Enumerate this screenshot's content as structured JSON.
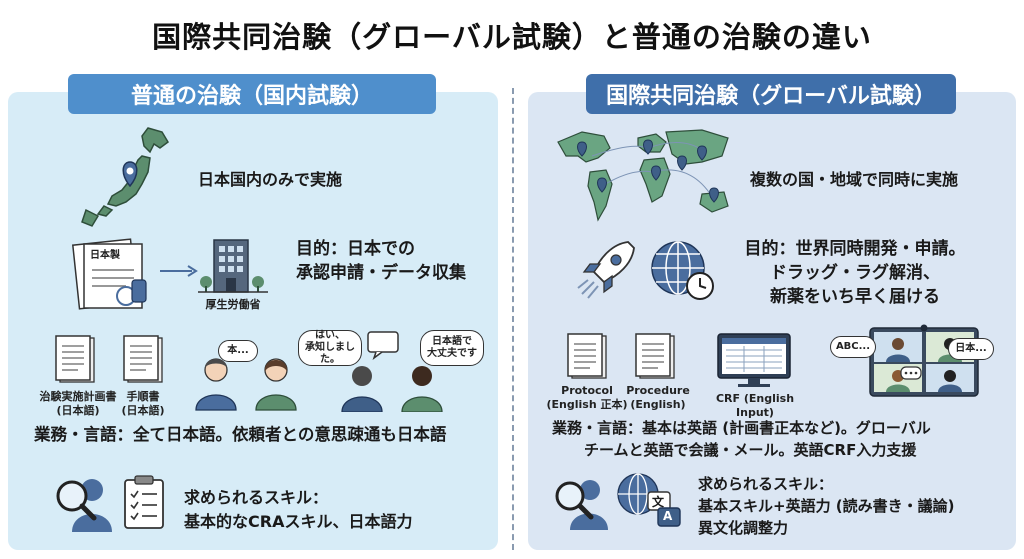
{
  "title": "国際共同治験（グローバル試験）と普通の治験の違い",
  "left": {
    "header": "普通の治験（国内試験）",
    "location": "日本国内のみで実施",
    "doc_label": "日本製",
    "ministry": "厚生労働省",
    "purpose_line1": "目的：日本での",
    "purpose_line2": "承認申請・データ収集",
    "doc1_line1": "治験実施計画書",
    "doc1_line2": "(日本語)",
    "doc2_line1": "手順書",
    "doc2_line2": "(日本語)",
    "bubble1": "本...",
    "bubble2_line1": "はい、",
    "bubble2_line2": "承知しました。",
    "bubble3_line1": "日本語で",
    "bubble3_line2": "大丈夫です",
    "language": "業務・言語：全て日本語。依頼者との意思疎通も日本語",
    "skills_line1": "求められるスキル：",
    "skills_line2": "基本的なCRAスキル、日本語力"
  },
  "right": {
    "header": "国際共同治験（グローバル試験）",
    "location": "複数の国・地域で同時に実施",
    "purpose_line1": "目的：世界同時開発・申請。",
    "purpose_line2": "ドラッグ・ラグ解消、",
    "purpose_line3": "新薬をいち早く届ける",
    "doc1_line1": "Protocol",
    "doc1_line2": "(English 正本)",
    "doc2_line1": "Procedure",
    "doc2_line2": "(English)",
    "doc3": "CRF (English Input)",
    "bubble1": "ABC...",
    "bubble2": "日本...",
    "language_line1": "業務・言語：基本は英語 (計画書正本など)。グローバル",
    "language_line2": "チームと英語で会議・メール。英語CRF入力支援",
    "skills_line1": "求められるスキル：",
    "skills_line2": "基本スキル+英語力 (読み書き・議論)",
    "skills_line3": "異文化調整力",
    "translate_a": "A",
    "translate_b": "文"
  }
}
